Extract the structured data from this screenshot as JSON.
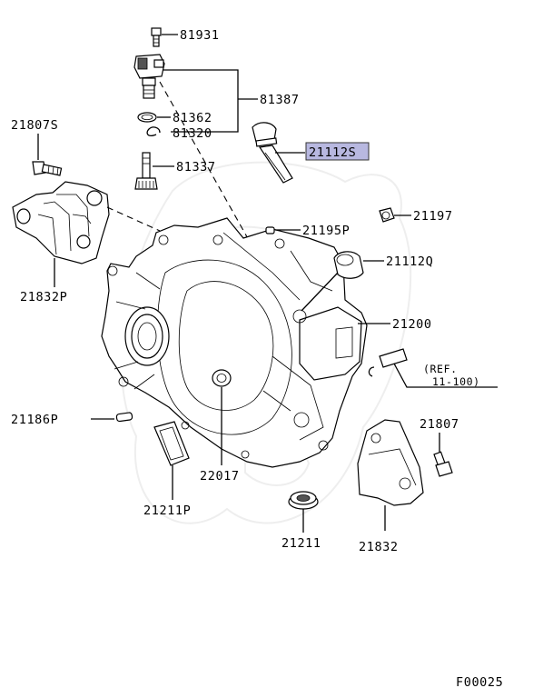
{
  "diagram": {
    "callouts": {
      "p81931": "81931",
      "p81387": "81387",
      "p81362": "81362",
      "p81320": "81320",
      "p81337": "81337",
      "p21807S": "21807S",
      "p21112S": "21112S",
      "p21832P": "21832P",
      "p21195P": "21195P",
      "p21197": "21197",
      "p21112Q": "21112Q",
      "p21200": "21200",
      "ref_line1": "(REF.",
      "ref_line2": "11-100)",
      "p21186P": "21186P",
      "p21807": "21807",
      "p22017": "22017",
      "p21211P": "21211P",
      "p21211": "21211",
      "p21832": "21832"
    },
    "figure_code": "F00025",
    "highlight_color": "#b8b8e0"
  }
}
